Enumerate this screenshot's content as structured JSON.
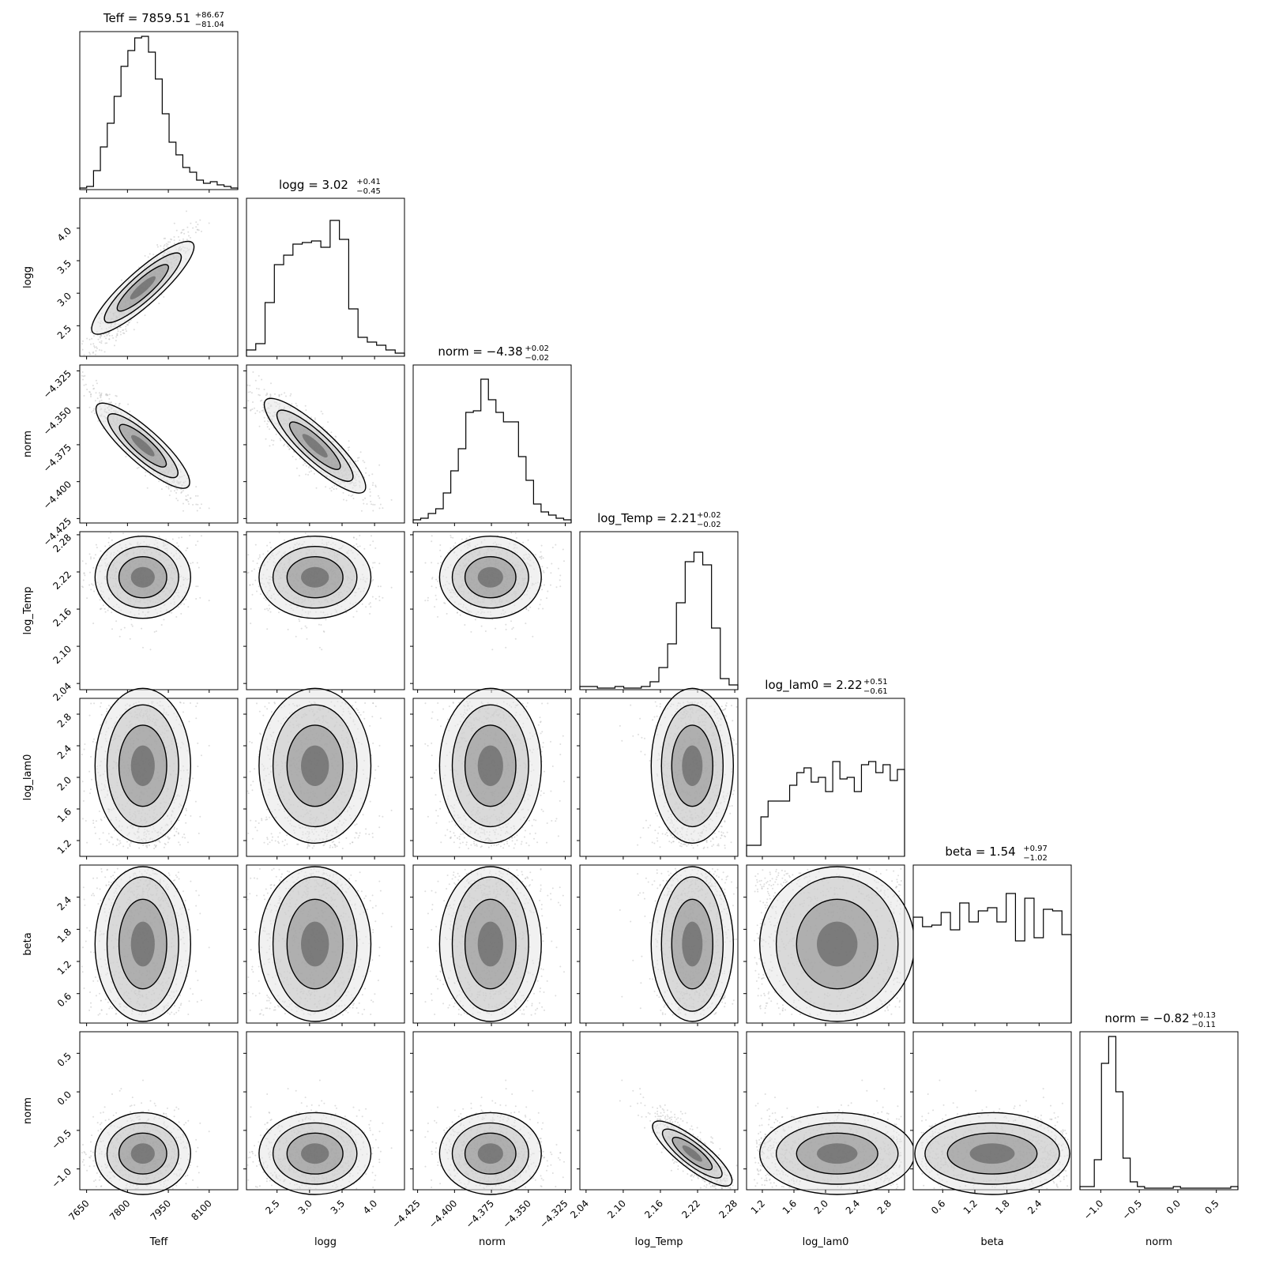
{
  "chart_data": {
    "type": "corner",
    "parameters": [
      {
        "label": "Teff",
        "title": "Teff = 7859.51",
        "sup": "+86.67",
        "sub": "−81.04",
        "ticks": [
          "7650",
          "7800",
          "7950",
          "8100"
        ],
        "tick_values": [
          7650,
          7800,
          7950,
          8100
        ],
        "range": [
          7625,
          8205
        ],
        "hist": [
          0.01,
          0.02,
          0.12,
          0.27,
          0.42,
          0.59,
          0.78,
          0.88,
          0.96,
          0.97,
          0.87,
          0.7,
          0.48,
          0.3,
          0.22,
          0.14,
          0.11,
          0.06,
          0.04,
          0.05,
          0.03,
          0.02,
          0.01
        ],
        "median": 7859.51,
        "err_plus": 86.67,
        "err_minus": 81.04
      },
      {
        "label": "logg",
        "title": "logg = 3.02",
        "sup": "+0.41",
        "sub": "−0.45",
        "ticks": [
          "2.5",
          "3.0",
          "3.5",
          "4.0"
        ],
        "tick_values": [
          2.5,
          3.0,
          3.5,
          4.0
        ],
        "range": [
          2.03,
          4.46
        ],
        "hist": [
          0.04,
          0.08,
          0.34,
          0.58,
          0.64,
          0.71,
          0.72,
          0.73,
          0.69,
          0.86,
          0.74,
          0.3,
          0.12,
          0.09,
          0.07,
          0.04,
          0.02
        ],
        "median": 3.02,
        "err_plus": 0.41,
        "err_minus": 0.45
      },
      {
        "label": "norm",
        "title": "norm = −4.38",
        "sup": "+0.02",
        "sub": "−0.02",
        "ticks": [
          "−4.425",
          "−4.400",
          "−4.375",
          "−4.350",
          "−4.325"
        ],
        "tick_values": [
          -4.425,
          -4.4,
          -4.375,
          -4.35,
          -4.325
        ],
        "range": [
          -4.428,
          -4.321
        ],
        "hist": [
          0.02,
          0.03,
          0.06,
          0.09,
          0.19,
          0.33,
          0.47,
          0.7,
          0.71,
          0.91,
          0.78,
          0.7,
          0.64,
          0.64,
          0.42,
          0.27,
          0.12,
          0.07,
          0.05,
          0.03,
          0.02
        ],
        "median": -4.38,
        "err_plus": 0.02,
        "err_minus": 0.02
      },
      {
        "label": "log_Temp",
        "title": "log_Temp = 2.21",
        "sup": "+0.02",
        "sub": "−0.02",
        "ticks": [
          "2.04",
          "2.10",
          "2.16",
          "2.22",
          "2.28"
        ],
        "tick_values": [
          2.04,
          2.1,
          2.16,
          2.22,
          2.28
        ],
        "range": [
          2.03,
          2.285
        ],
        "hist": [
          0.02,
          0.02,
          0.01,
          0.01,
          0.02,
          0.01,
          0.01,
          0.02,
          0.05,
          0.14,
          0.29,
          0.55,
          0.81,
          0.87,
          0.79,
          0.39,
          0.07,
          0.03
        ],
        "median": 2.21,
        "err_plus": 0.02,
        "err_minus": 0.02
      },
      {
        "label": "log_lam0",
        "title": "log_lam0 = 2.22",
        "sup": "+0.51",
        "sub": "−0.61",
        "ticks": [
          "1.2",
          "1.6",
          "2.0",
          "2.4",
          "2.8"
        ],
        "tick_values": [
          1.2,
          1.6,
          2.0,
          2.4,
          2.8
        ],
        "range": [
          1.0,
          3.0
        ],
        "hist": [
          0.07,
          0.07,
          0.25,
          0.35,
          0.35,
          0.35,
          0.45,
          0.53,
          0.56,
          0.47,
          0.5,
          0.41,
          0.6,
          0.49,
          0.5,
          0.41,
          0.58,
          0.6,
          0.53,
          0.58,
          0.48,
          0.55
        ],
        "median": 2.22,
        "err_plus": 0.51,
        "err_minus": 0.61
      },
      {
        "label": "beta",
        "title": "beta = 1.54",
        "sup": "+0.97",
        "sub": "−1.02",
        "ticks": [
          "0.6",
          "1.2",
          "1.8",
          "2.4"
        ],
        "tick_values": [
          0.6,
          1.2,
          1.8,
          2.4
        ],
        "range": [
          0.05,
          3.0
        ],
        "hist": [
          0.67,
          0.61,
          0.62,
          0.7,
          0.59,
          0.76,
          0.64,
          0.71,
          0.73,
          0.64,
          0.82,
          0.52,
          0.79,
          0.54,
          0.72,
          0.71,
          0.56
        ],
        "median": 1.54,
        "err_plus": 0.97,
        "err_minus": 1.02
      },
      {
        "label": "norm",
        "title": "norm = −0.82",
        "sup": "+0.13",
        "sub": "−0.11",
        "ticks": [
          "−1.0",
          "−0.5",
          "0.0",
          "0.5"
        ],
        "tick_values": [
          -1.0,
          -0.5,
          0.0,
          0.5
        ],
        "range": [
          -1.27,
          0.78
        ],
        "hist": [
          0.02,
          0.02,
          0.19,
          0.8,
          0.97,
          0.62,
          0.2,
          0.05,
          0.02,
          0.01,
          0.01,
          0.01,
          0.01,
          0.02,
          0.01,
          0.01,
          0.01,
          0.01,
          0.01,
          0.01,
          0.01,
          0.02
        ]
      }
    ],
    "correlations": [
      [
        1,
        0.93,
        -0.93,
        0.05,
        0.0,
        0.0,
        0.0
      ],
      [
        0.93,
        1,
        -0.95,
        0.05,
        0.0,
        0.0,
        0.0
      ],
      [
        -0.93,
        -0.95,
        1,
        0.02,
        0.0,
        0.0,
        0.0
      ],
      [
        0.05,
        0.05,
        0.02,
        1,
        0.0,
        0.0,
        -0.85
      ],
      [
        0.0,
        0.0,
        0.0,
        0.0,
        1,
        0.0,
        0.0
      ],
      [
        0.0,
        0.0,
        0.0,
        0.0,
        0.0,
        1,
        0.0
      ],
      [
        0.0,
        0.0,
        0.0,
        -0.85,
        0.0,
        0.0,
        1
      ]
    ]
  }
}
